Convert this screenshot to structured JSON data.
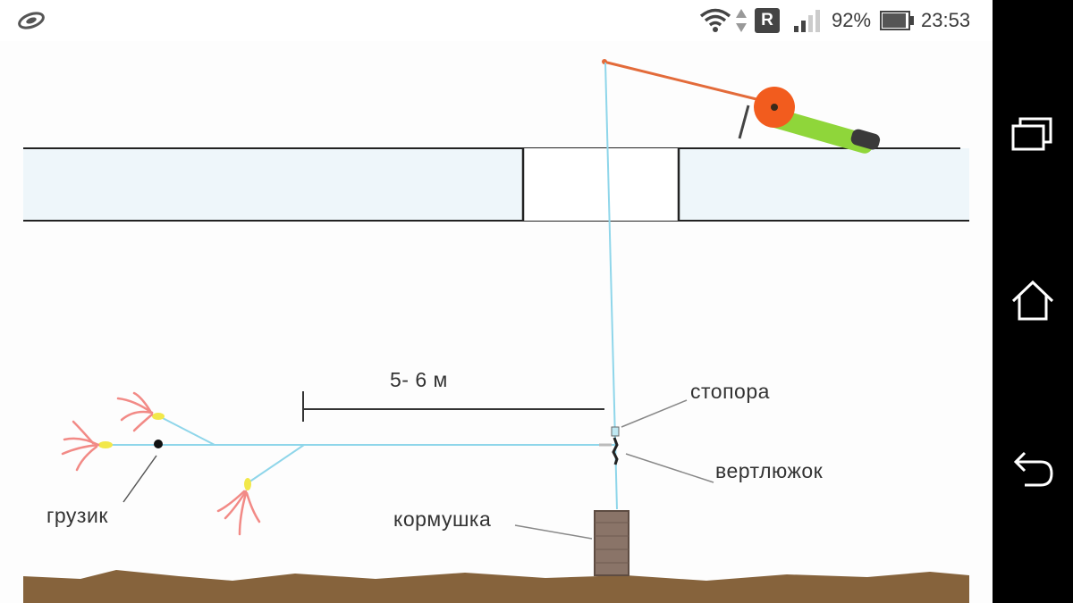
{
  "status_bar": {
    "notification_icon": "notification-app-icon",
    "wifi_icon": "wifi-icon",
    "data_arrows_icon": "data-transfer-icon",
    "roaming_badge": "R",
    "signal_icon": "signal-bars-icon",
    "battery_percent": "92%",
    "battery_icon": "battery-icon",
    "battery_level": 0.92,
    "time": "23:53"
  },
  "nav_bar": {
    "buttons": [
      "recent-apps-icon",
      "home-icon",
      "back-icon"
    ]
  },
  "diagram": {
    "distance_label": "5-  6 м",
    "labels": {
      "stopper": "стопора",
      "swivel": "вертлюжок",
      "sinker": "грузик",
      "feeder": "кормушка"
    }
  },
  "colors": {
    "line": "#8fd6ea",
    "rod": "#e36b3a",
    "reel": "#f25c1e",
    "handle": "#8fd63a",
    "ground": "#86633c",
    "ice_stroke": "#222222"
  }
}
